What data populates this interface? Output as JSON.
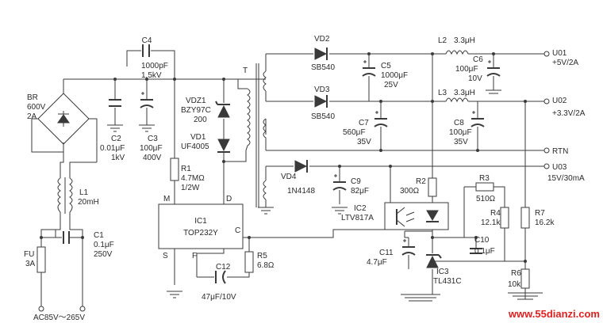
{
  "colors": {
    "wire": "#3a3a3a",
    "text": "#2a2a2a",
    "background": "#ffffff",
    "watermark": "#e02020"
  },
  "components": {
    "br": {
      "ref": "BR",
      "v1": "600V",
      "v2": "2A"
    },
    "c4": {
      "ref": "C4",
      "v1": "1000pF",
      "v2": "1.5kV"
    },
    "transformer": {
      "ref": "T"
    },
    "c2": {
      "ref": "C2",
      "v1": "0.01μF",
      "v2": "1kV"
    },
    "c3": {
      "ref": "C3",
      "v1": "100μF",
      "v2": "400V"
    },
    "vdz1": {
      "ref": "VDZ1",
      "v1": "BZY97C",
      "v2": "200"
    },
    "vd1": {
      "ref": "VD1",
      "v1": "UF4005"
    },
    "r1": {
      "ref": "R1",
      "v1": "4.7MΩ",
      "v2": "1/2W"
    },
    "l1": {
      "ref": "L1",
      "v1": "20mH"
    },
    "c1": {
      "ref": "C1",
      "v1": "0.1μF",
      "v2": "250V"
    },
    "fu": {
      "ref": "FU",
      "v1": "3A"
    },
    "input": {
      "label": "AC85V～265V"
    },
    "ic1": {
      "ref": "IC1",
      "part": "TOP232Y",
      "pin_m": "M",
      "pin_d": "D",
      "pin_c": "C",
      "pin_s": "S",
      "pin_f": "F"
    },
    "r5": {
      "ref": "R5",
      "v1": "6.8Ω"
    },
    "c12": {
      "ref": "C12",
      "v1": "47μF/10V"
    },
    "vd2": {
      "ref": "VD2",
      "v1": "SB540"
    },
    "c5": {
      "ref": "C5",
      "v1": "1000μF",
      "v2": "25V"
    },
    "l2": {
      "ref": "L2",
      "v1": "3.3μH"
    },
    "c6": {
      "ref": "C6",
      "v1": "100μF",
      "v2": "10V"
    },
    "vd3": {
      "ref": "VD3",
      "v1": "SB540"
    },
    "c7": {
      "ref": "C7",
      "v1": "560μF",
      "v2": "35V"
    },
    "l3": {
      "ref": "L3",
      "v1": "3.3μH"
    },
    "c8": {
      "ref": "C8",
      "v1": "100μF",
      "v2": "35V"
    },
    "vd4": {
      "ref": "VD4",
      "v1": "1N4148"
    },
    "c9": {
      "ref": "C9",
      "v1": "82μF"
    },
    "r2": {
      "ref": "R2",
      "v1": "300Ω"
    },
    "r3": {
      "ref": "R3",
      "v1": "510Ω"
    },
    "ic2": {
      "ref": "IC2",
      "part": "LTV817A"
    },
    "r4": {
      "ref": "R4",
      "v1": "12.1k"
    },
    "r7": {
      "ref": "R7",
      "v1": "16.2k"
    },
    "c10": {
      "ref": "C10",
      "v1": "0.1μF"
    },
    "c11": {
      "ref": "C11",
      "v1": "4.7μF"
    },
    "ic3": {
      "ref": "IC3",
      "part": "TL431C"
    },
    "r6": {
      "ref": "R6",
      "v1": "10k"
    }
  },
  "outputs": [
    {
      "name": "U01",
      "spec": "+5V/2A"
    },
    {
      "name": "U02",
      "spec": "+3.3V/2A"
    },
    {
      "name": "RTN",
      "spec": ""
    },
    {
      "name": "U03",
      "spec": "15V/30mA"
    }
  ],
  "watermark": "www.55dianzi.com"
}
